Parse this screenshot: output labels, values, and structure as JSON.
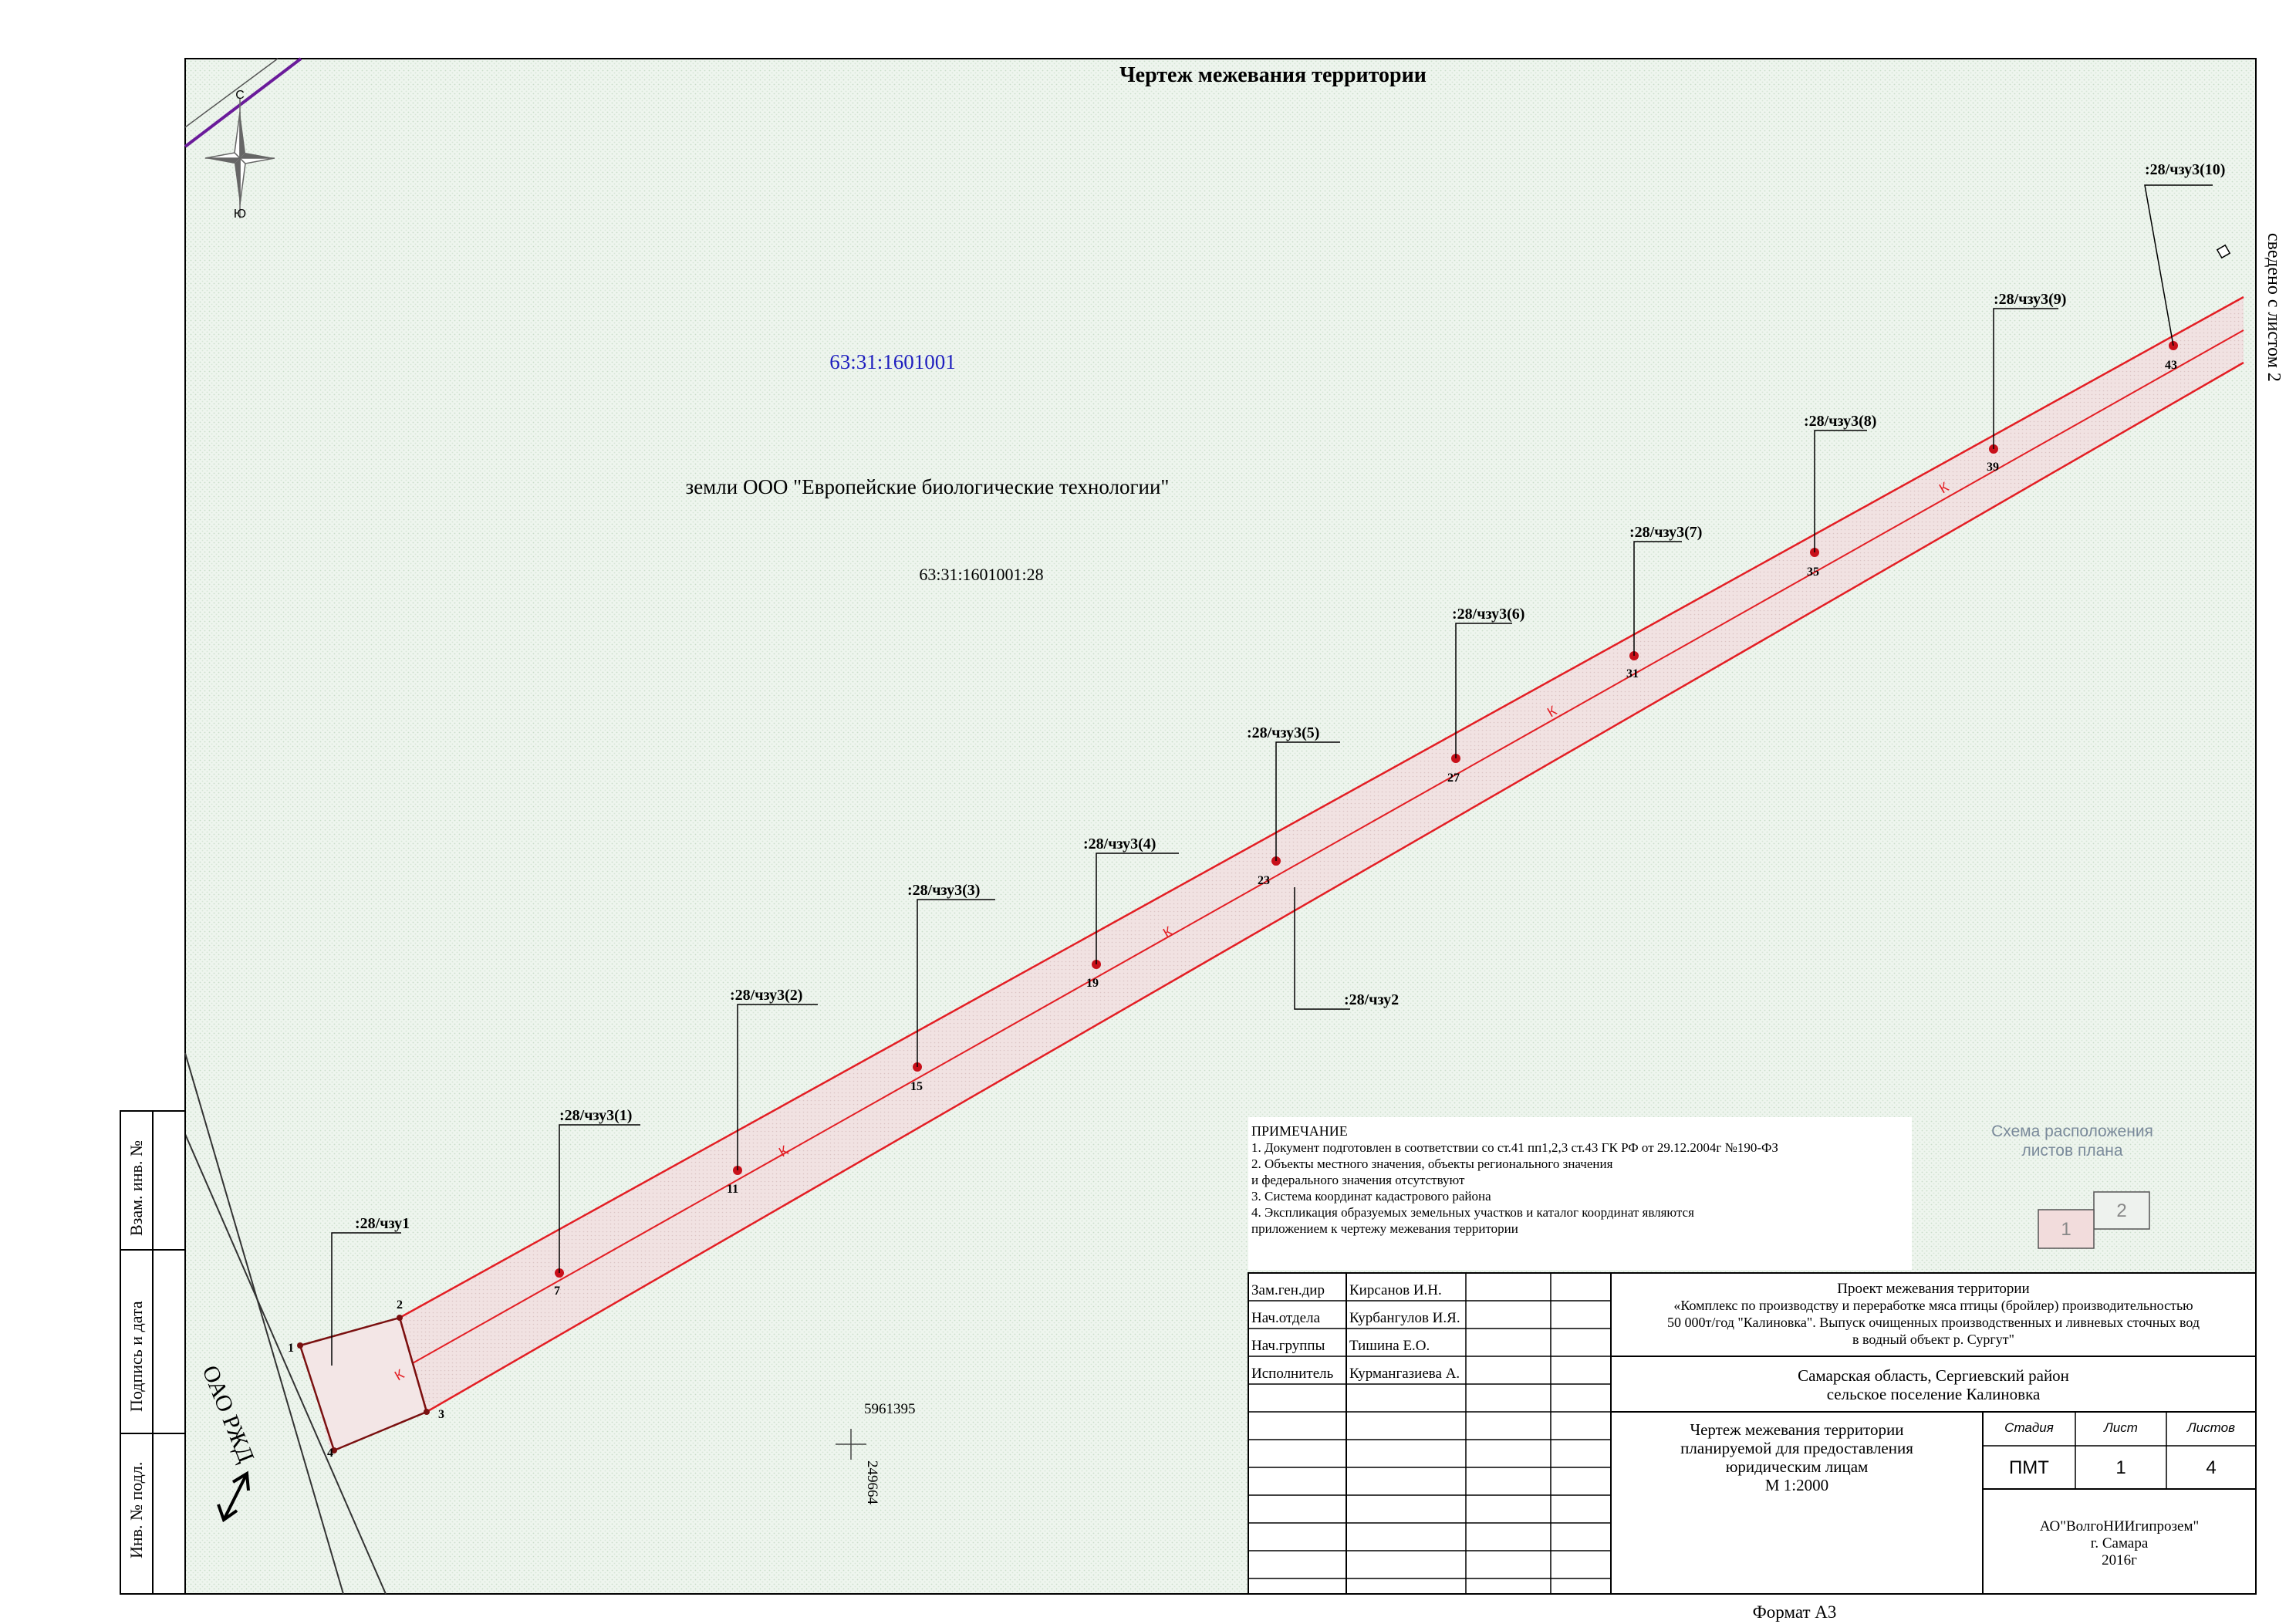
{
  "title": "Чертеж межевания территории",
  "cadastral_quarter": "63:31:1601001",
  "land_owner": "земли ООО \"Европейские биологические технологии\"",
  "parcel_number": "63:31:1601001:28",
  "rail_label": "ОАО РЖД",
  "sheet_link": "сведено с листом 2",
  "compass": {
    "north": "С",
    "south": "Ю"
  },
  "grid_cross": {
    "x_label": "5961395",
    "y_label": "249664"
  },
  "line_marker": "К",
  "points": [
    {
      "n": "1"
    },
    {
      "n": "2"
    },
    {
      "n": "3"
    },
    {
      "n": "4"
    },
    {
      "n": "7"
    },
    {
      "n": "11"
    },
    {
      "n": "15"
    },
    {
      "n": "19"
    },
    {
      "n": "23"
    },
    {
      "n": "27"
    },
    {
      "n": "31"
    },
    {
      "n": "35"
    },
    {
      "n": "39"
    },
    {
      "n": "43"
    }
  ],
  "callouts": [
    {
      "label": ":28/чзу1"
    },
    {
      "label": ":28/чзу3(1)"
    },
    {
      "label": ":28/чзу3(2)"
    },
    {
      "label": ":28/чзу3(3)"
    },
    {
      "label": ":28/чзу3(4)"
    },
    {
      "label": ":28/чзу3(5)"
    },
    {
      "label": ":28/чзу3(6)"
    },
    {
      "label": ":28/чзу3(7)"
    },
    {
      "label": ":28/чзу3(8)"
    },
    {
      "label": ":28/чзу3(9)"
    },
    {
      "label": ":28/чзу3(10)"
    },
    {
      "label": ":28/чзу2"
    }
  ],
  "note": {
    "heading": "ПРИМЕЧАНИЕ",
    "lines": [
      "1. Документ подготовлен в соответствии со ст.41 пп1,2,3 ст.43 ГК РФ от 29.12.2004г №190-ФЗ",
      "2. Объекты местного значения, объекты регионального значения",
      "и федерального значения отсутствуют",
      "3. Система координат кадастрового района",
      "4. Экспликация образуемых земельных участков и каталог координат являются",
      "приложением к чертежу межевания территории"
    ]
  },
  "sheet_scheme": {
    "title_line1": "Схема расположения",
    "title_line2": "листов плана",
    "sheet1": "1",
    "sheet2": "2"
  },
  "left_margin": {
    "vzam": "Взам. инв. №",
    "podpis": "Подпись и дата",
    "inv": "Инв. № подл."
  },
  "stamp": {
    "roles": [
      {
        "role": "Зам.ген.дир",
        "name": "Кирсанов И.Н."
      },
      {
        "role": "Нач.отдела",
        "name": "Курбангулов И.Я."
      },
      {
        "role": "Нач.группы",
        "name": "Тишина Е.О."
      },
      {
        "role": "Исполнитель",
        "name": "Курмангазиева А."
      }
    ],
    "project_lines": [
      "Проект межевания территории",
      "«Комплекс по производству и переработке мяса птицы (бройлер) производительностью",
      "50 000т/год \"Калиновка\". Выпуск очищенных производственных и ливневых сточных вод",
      "в водный объект р. Сургут\""
    ],
    "location_lines": [
      "Самарская область, Сергиевский район",
      "сельское поселение Калиновка"
    ],
    "drawing_lines": [
      "Чертеж межевания территории",
      "планируемой для предоставления",
      "юридическим лицам",
      "М 1:2000"
    ],
    "stage_header": "Стадия",
    "sheet_header": "Лист",
    "sheets_header": "Листов",
    "stage": "ПМТ",
    "sheet": "1",
    "sheets": "4",
    "org_lines": [
      "АО\"ВолгоНИИгипрозем\"",
      "г. Самара",
      "2016г"
    ]
  },
  "format": "Формат А3",
  "colors": {
    "map_green": "#eef5ee",
    "boundary_red": "#e31e24",
    "strip_fill": "#f2dfdf",
    "quarter_blue": "#1f1fbf",
    "railway_purple": "#6a1b9a",
    "point_red": "#c8101a"
  }
}
